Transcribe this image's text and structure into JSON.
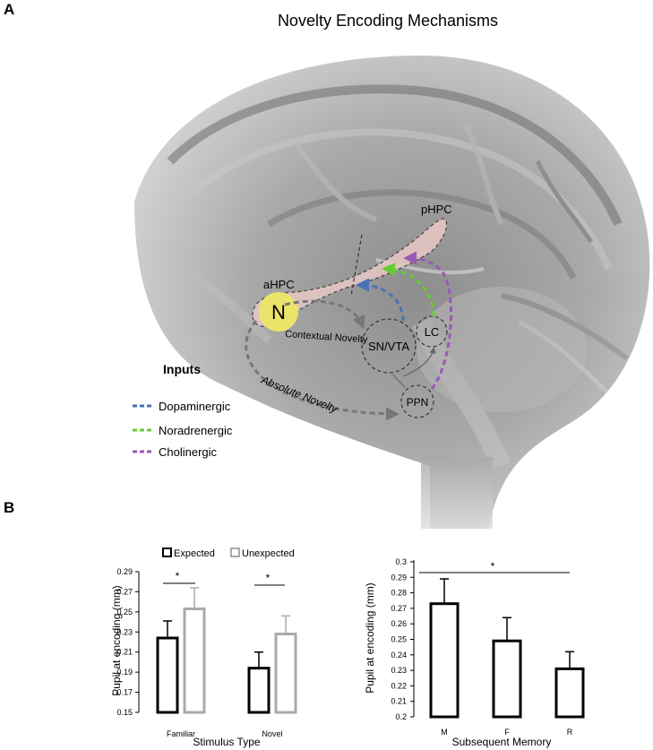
{
  "panel_a": {
    "letter": "A",
    "title": "Novelty Encoding Mechanisms",
    "labels": {
      "phpc": "pHPC",
      "ahpc": "aHPC",
      "n": "N",
      "lc": "LC",
      "snvta": "SN/VTA",
      "ppn": "PPN",
      "contextual_novelty": "Contextual Novelty",
      "absolute_novelty": "Absolute Novelty"
    },
    "legend": {
      "title": "Inputs",
      "items": [
        {
          "label": "Dopaminergic",
          "color": "#4a72b8"
        },
        {
          "label": "Noradrenergic",
          "color": "#66cc33"
        },
        {
          "label": "Cholinergic",
          "color": "#9b59b6"
        }
      ]
    },
    "colors": {
      "hippocampus_fill": "#e8c8c4",
      "n_fill": "#ece36b",
      "novelty_arrows": "#777777"
    }
  },
  "panel_b": {
    "letter": "B",
    "chart_data": [
      {
        "type": "bar",
        "legend": [
          "Expected",
          "Unexpected"
        ],
        "legend_colors": [
          "#000000",
          "#aaaaaa"
        ],
        "categories": [
          "Familiar",
          "Novel"
        ],
        "series": [
          {
            "name": "Expected",
            "values": [
              0.224,
              0.194
            ],
            "errors": [
              0.017,
              0.016
            ]
          },
          {
            "name": "Unexpected",
            "values": [
              0.253,
              0.228
            ],
            "errors": [
              0.021,
              0.018
            ]
          }
        ],
        "significance": [
          "*",
          "*"
        ],
        "xlabel": "Stimulus Type",
        "ylabel": "Pupil at encoding (mm)",
        "ylim": [
          0.15,
          0.29
        ],
        "yticks": [
          "0.15",
          "0.17",
          "0.19",
          "0.21",
          "0.23",
          "0.25",
          "0.27",
          "0.29"
        ]
      },
      {
        "type": "bar",
        "categories": [
          "M",
          "F",
          "R"
        ],
        "values": [
          0.273,
          0.249,
          0.231
        ],
        "errors": [
          0.016,
          0.015,
          0.011
        ],
        "significance": "*",
        "xlabel": "Subsequent Memory",
        "ylabel": "Pupil at encoding (mm)",
        "ylim": [
          0.2,
          0.3
        ],
        "yticks": [
          "0.2",
          "0.21",
          "0.22",
          "0.23",
          "0.24",
          "0.25",
          "0.26",
          "0.27",
          "0.28",
          "0.29",
          "0.3"
        ]
      }
    ]
  }
}
